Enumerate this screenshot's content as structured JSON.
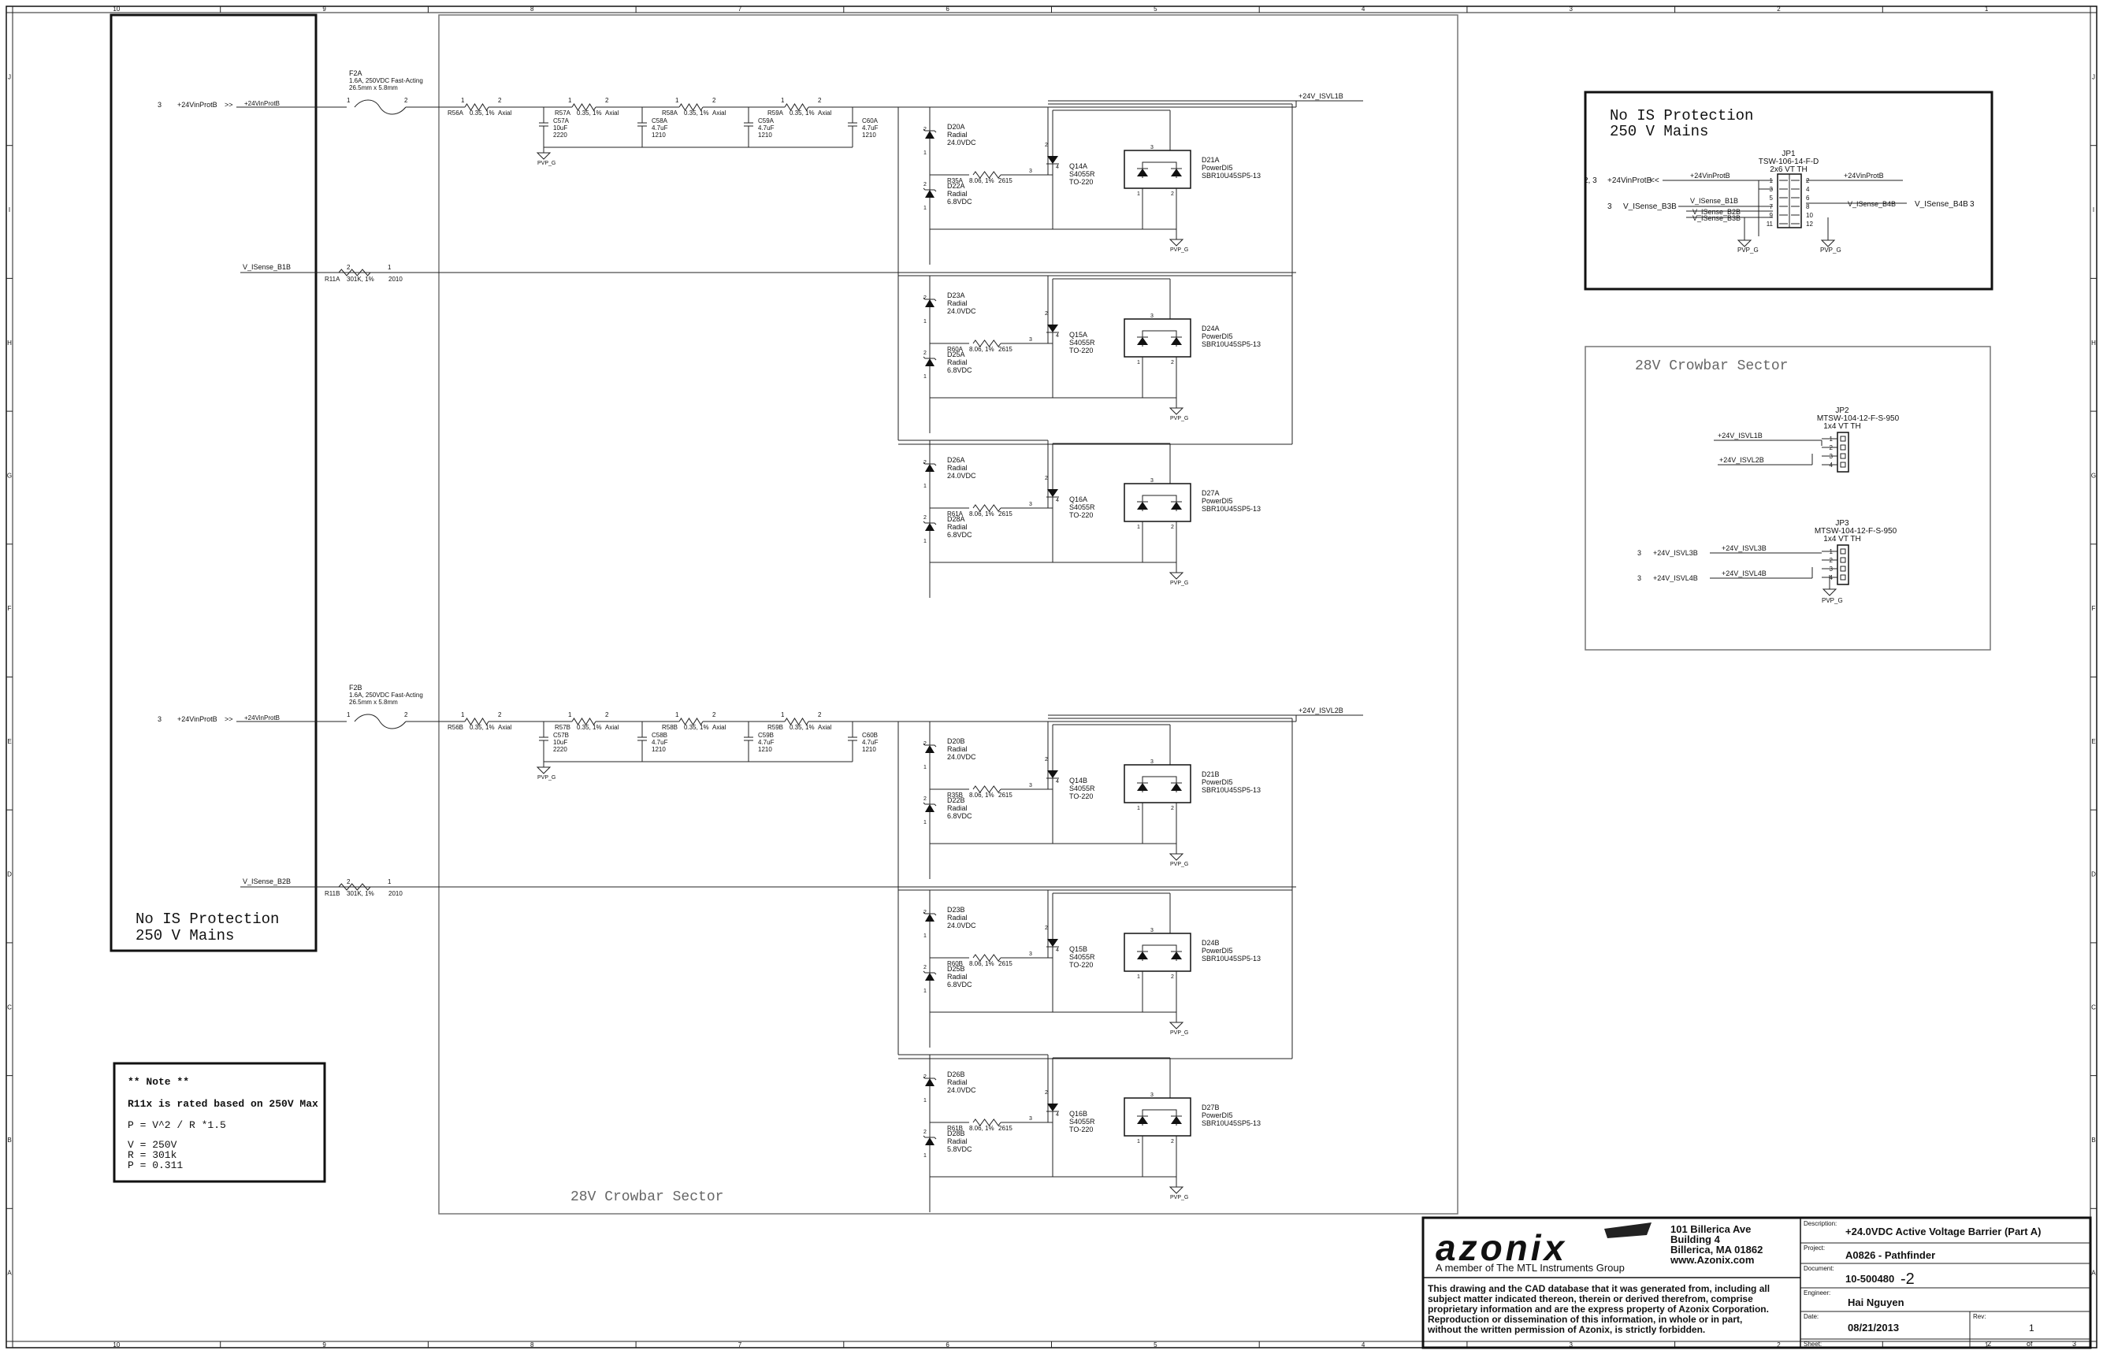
{
  "border": {
    "cols": [
      "10",
      "9",
      "8",
      "7",
      "6",
      "5",
      "4",
      "3",
      "2",
      "1"
    ],
    "rows": [
      "J",
      "I",
      "H",
      "G",
      "F",
      "E",
      "D",
      "C",
      "B",
      "A"
    ]
  },
  "left_box": {
    "title_1": "No IS Protection",
    "title_2": "250 V Mains"
  },
  "jp1_box": {
    "title_1": "No IS Protection",
    "title_2": "250 V Mains"
  },
  "crowbar_label": "28V Crowbar Sector",
  "crowbar_label_small": "28V Crowbar Sector",
  "note": {
    "title": "** Note **",
    "line1": "R11x is rated based on 250V Max",
    "line2": "P = V^2 / R *1.5",
    "line3": "V = 250V",
    "line4": "R = 301k",
    "line5": "P = 0.311"
  },
  "channel_a": {
    "pin": "3",
    "net_in": "+24VinProtB",
    "net_out": "+24V_ISVL1B",
    "fuse_ref": "F2A",
    "fuse_v1": "1.6A, 250VDC Fast-Acting",
    "fuse_v2": "26.5mm x 5.8mm",
    "resistors": [
      {
        "ref": "R56A",
        "val": "0.35, 1%",
        "pkg": "Axial"
      },
      {
        "ref": "R57A",
        "val": "0.35, 1%",
        "pkg": "Axial"
      },
      {
        "ref": "R58A",
        "val": "0.35, 1%",
        "pkg": "Axial"
      },
      {
        "ref": "R59A",
        "val": "0.35, 1%",
        "pkg": "Axial"
      }
    ],
    "caps": [
      {
        "ref": "C57A",
        "val": "10uF",
        "pkg": "2220"
      },
      {
        "ref": "C58A",
        "val": "4.7uF",
        "pkg": "1210"
      },
      {
        "ref": "C59A",
        "val": "4.7uF",
        "pkg": "1210"
      },
      {
        "ref": "C60A",
        "val": "4.7uF",
        "pkg": "1210"
      }
    ],
    "vsense": "V_ISense_B1B",
    "r11_ref": "R11A",
    "r11_val": "301K, 1%",
    "r11_pkg": "2010",
    "stages": [
      {
        "dz1": "D20A",
        "dz1_type": "Radial",
        "dz1_val": "24.0VDC",
        "dz2": "D22A",
        "dz2_type": "Radial",
        "dz2_val": "6.8VDC",
        "r": "R35A",
        "r_val": "8.06, 1%",
        "r_pkg": "2615",
        "q": "Q14A",
        "q_val": "S4055R",
        "q_pkg": "TO-220",
        "d": "D21A",
        "d_type": "PowerDI5",
        "d_val": "SBR10U45SP5-13"
      },
      {
        "dz1": "D23A",
        "dz1_type": "Radial",
        "dz1_val": "24.0VDC",
        "dz2": "D25A",
        "dz2_type": "Radial",
        "dz2_val": "6.8VDC",
        "r": "R60A",
        "r_val": "8.06, 1%",
        "r_pkg": "2615",
        "q": "Q15A",
        "q_val": "S4055R",
        "q_pkg": "TO-220",
        "d": "D24A",
        "d_type": "PowerDI5",
        "d_val": "SBR10U45SP5-13"
      },
      {
        "dz1": "D26A",
        "dz1_type": "Radial",
        "dz1_val": "24.0VDC",
        "dz2": "D28A",
        "dz2_type": "Radial",
        "dz2_val": "6.8VDC",
        "r": "R61A",
        "r_val": "8.06, 1%",
        "r_pkg": "2615",
        "q": "Q16A",
        "q_val": "S4055R",
        "q_pkg": "TO-220",
        "d": "D27A",
        "d_type": "PowerDI5",
        "d_val": "SBR10U45SP5-13"
      }
    ]
  },
  "channel_b": {
    "pin": "3",
    "net_in": "+24VinProtB",
    "net_out": "+24V_ISVL2B",
    "fuse_ref": "F2B",
    "fuse_v1": "1.6A, 250VDC Fast-Acting",
    "fuse_v2": "26.5mm x 5.8mm",
    "resistors": [
      {
        "ref": "R56B",
        "val": "0.35, 1%",
        "pkg": "Axial"
      },
      {
        "ref": "R57B",
        "val": "0.35, 1%",
        "pkg": "Axial"
      },
      {
        "ref": "R58B",
        "val": "0.35, 1%",
        "pkg": "Axial"
      },
      {
        "ref": "R59B",
        "val": "0.35, 1%",
        "pkg": "Axial"
      }
    ],
    "caps": [
      {
        "ref": "C57B",
        "val": "10uF",
        "pkg": "2220"
      },
      {
        "ref": "C58B",
        "val": "4.7uF",
        "pkg": "1210"
      },
      {
        "ref": "C59B",
        "val": "4.7uF",
        "pkg": "1210"
      },
      {
        "ref": "C60B",
        "val": "4.7uF",
        "pkg": "1210"
      }
    ],
    "vsense": "V_ISense_B2B",
    "r11_ref": "R11B",
    "r11_val": "301K, 1%",
    "r11_pkg": "2010",
    "stages": [
      {
        "dz1": "D20B",
        "dz1_type": "Radial",
        "dz1_val": "24.0VDC",
        "dz2": "D22B",
        "dz2_type": "Radial",
        "dz2_val": "6.8VDC",
        "r": "R35B",
        "r_val": "8.06, 1%",
        "r_pkg": "2615",
        "q": "Q14B",
        "q_val": "S4055R",
        "q_pkg": "TO-220",
        "d": "D21B",
        "d_type": "PowerDI5",
        "d_val": "SBR10U45SP5-13"
      },
      {
        "dz1": "D23B",
        "dz1_type": "Radial",
        "dz1_val": "24.0VDC",
        "dz2": "D25B",
        "dz2_type": "Radial",
        "dz2_val": "6.8VDC",
        "r": "R60B",
        "r_val": "8.06, 1%",
        "r_pkg": "2615",
        "q": "Q15B",
        "q_val": "S4055R",
        "q_pkg": "TO-220",
        "d": "D24B",
        "d_type": "PowerDI5",
        "d_val": "SBR10U45SP5-13"
      },
      {
        "dz1": "D26B",
        "dz1_type": "Radial",
        "dz1_val": "24.0VDC",
        "dz2": "D28B",
        "dz2_type": "Radial",
        "dz2_val": "5.8VDC",
        "r": "R61B",
        "r_val": "8.06, 1%",
        "r_pkg": "2615",
        "q": "Q16B",
        "q_val": "S4055R",
        "q_pkg": "TO-220",
        "d": "D27B",
        "d_type": "PowerDI5",
        "d_val": "SBR10U45SP5-13"
      }
    ]
  },
  "jp1": {
    "ref": "JP1",
    "part": "TSW-106-14-F-D",
    "desc": "2x6 VT TH",
    "left_pins": [
      "1",
      "3",
      "5",
      "7",
      "9",
      "11"
    ],
    "right_pins": [
      "2",
      "4",
      "6",
      "8",
      "10",
      "12"
    ],
    "pin_23": "2, 3",
    "net_in": "+24VinProtB",
    "net_in_b": "+24VinProtB",
    "net_out": "+24VinProtB",
    "pin_3": "3",
    "vs_left": "V_ISense_B3B",
    "vs_a": "V_ISense_B1B",
    "vs_b": "V_ISense_B2B",
    "vs_c": "V_ISense_B3B",
    "vs_right": "V_ISense_B4B",
    "vs_right2": "V_ISense_B4B",
    "pin_3r": "3"
  },
  "jp2": {
    "ref": "JP2",
    "part": "MTSW-104-12-F-S-950",
    "desc": "1x4 VT TH",
    "nets": [
      "+24V_ISVL1B",
      "+24V_ISVL2B"
    ],
    "pins": [
      "1",
      "2",
      "3",
      "4"
    ]
  },
  "jp3": {
    "ref": "JP3",
    "part": "MTSW-104-12-F-S-950",
    "desc": "1x4 VT TH",
    "pin_3": "3",
    "net_a": "+24V_ISVL3B",
    "net_a2": "+24V_ISVL3B",
    "net_b": "+24V_ISVL4B",
    "net_b2": "+24V_ISVL4B",
    "pins": [
      "1",
      "2",
      "3",
      "4"
    ]
  },
  "gnd": "PVP_G",
  "title_block": {
    "logo": "azonix",
    "tagline": "A member of The MTL Instruments Group",
    "addr1": "101 Billerica Ave",
    "addr2": "Building 4",
    "addr3": "Billerica, MA 01862",
    "web": "www.Azonix.com",
    "disclaimer1": "This drawing and the CAD database that it was generated from, including all",
    "disclaimer2": "subject matter indicated thereon, therein or derived therefrom, comprise",
    "disclaimer3": "proprietary information and are the express property of Azonix Corporation.",
    "disclaimer4": "Reproduction or dissemination of this information, in whole or in part,",
    "disclaimer5": "without the written permission of Azonix, is strictly forbidden.",
    "desc_label": "Description:",
    "desc": "+24.0VDC Active Voltage Barrier (Part A)",
    "project_label": "Project:",
    "project": "A0826 - Pathfinder",
    "doc_label": "Document:",
    "doc": "10-500480",
    "doc_rev": "-2",
    "eng_label": "Engineer:",
    "engineer": "Hai Nguyen",
    "date_label": "Date:",
    "date": "08/21/2013",
    "rev_label": "Rev:",
    "rev": "1",
    "sheet_label": "Sheet:",
    "sheet": "2",
    "of": "of",
    "sheets": "3"
  }
}
